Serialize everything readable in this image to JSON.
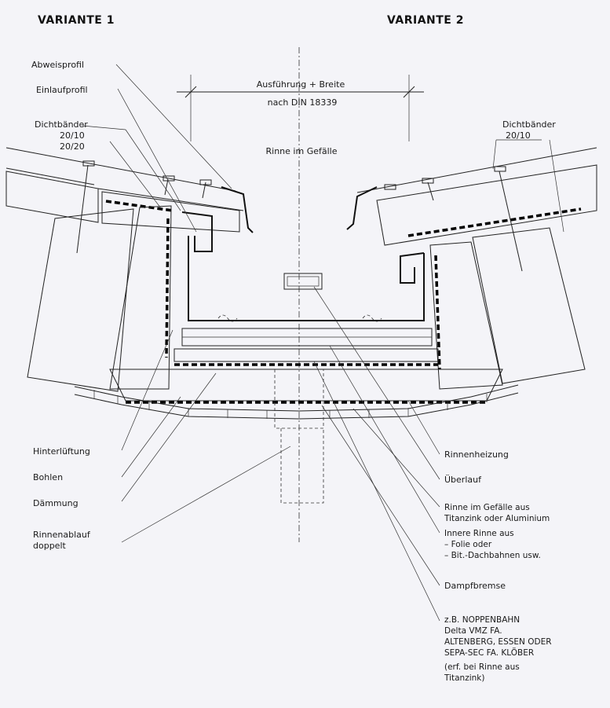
{
  "headings": {
    "variant1": "VARIANTE 1",
    "variant2": "VARIANTE 2"
  },
  "center": {
    "dim_line1": "Ausführung + Breite",
    "dim_line2": "nach DIN 18339",
    "slope": "Rinne im Gefälle"
  },
  "left_labels": {
    "abweisprofil": "Abweisprofil",
    "einlaufprofil": "Einlaufprofil",
    "dichtbaender": "Dichtbänder",
    "dichtbaender_size1": "20/10",
    "dichtbaender_size2": "20/20",
    "hinterlueftung": "Hinterlüftung",
    "bohlen": "Bohlen",
    "daemmung": "Dämmung",
    "rinnenablauf_1": "Rinnenablauf",
    "rinnenablauf_2": "doppelt"
  },
  "right_labels": {
    "dichtbaender": "Dichtbänder",
    "dichtbaender_size": "20/10",
    "rinnenheizung": "Rinnenheizung",
    "ueberlauf": "Überlauf",
    "rinne_1": "Rinne im Gefälle aus",
    "rinne_2": "Titanzink oder Aluminium",
    "innere_1": "Innere Rinne aus",
    "innere_2": "– Folie oder",
    "innere_3": "– Bit.-Dachbahnen usw.",
    "dampfbremse": "Dampfbremse",
    "noppen_1": "z.B. NOPPENBAHN",
    "noppen_2": "Delta VMZ FA.",
    "noppen_3": "ALTENBERG, ESSEN ODER",
    "noppen_4": "SEPA-SEC FA. KLÖBER",
    "noppen_5": "(erf. bei Rinne aus",
    "noppen_6": "Titanzink)"
  }
}
